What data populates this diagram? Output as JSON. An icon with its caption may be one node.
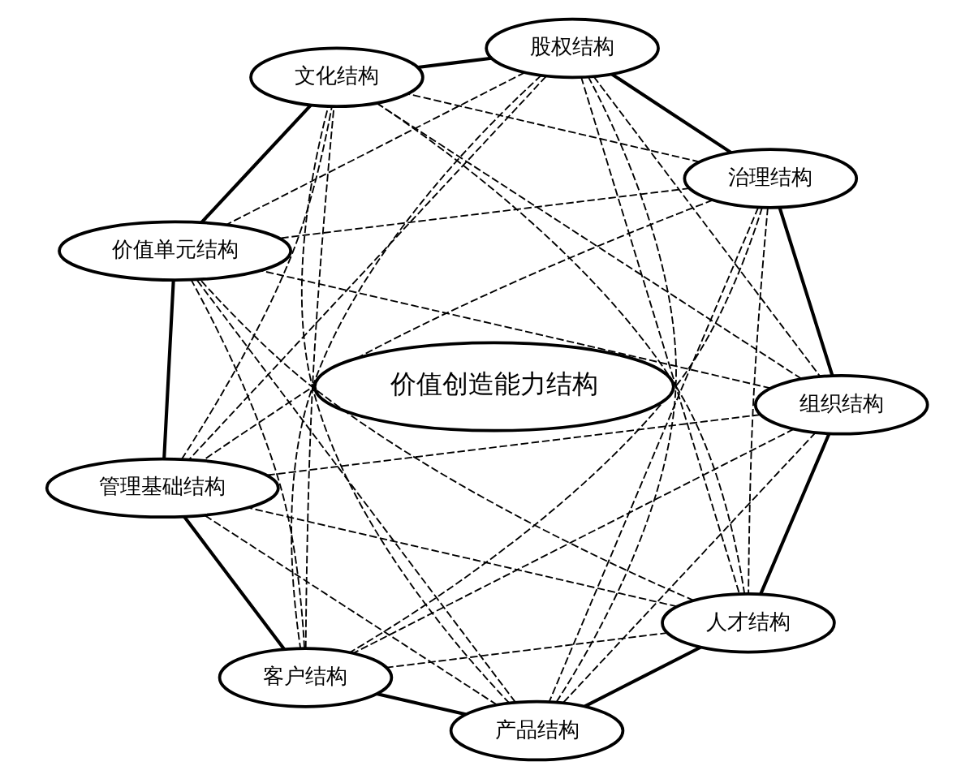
{
  "diagram": {
    "nodes": [
      {
        "text": [
          "股权结构"
        ]
      },
      {
        "text": [
          "文化结构"
        ]
      },
      {
        "text": [
          "治理结构"
        ]
      },
      {
        "text": [
          "价值单元结构"
        ]
      },
      {
        "text": [
          "价值创造能力结构"
        ]
      },
      {
        "text": [
          "组织结构"
        ]
      },
      {
        "text": [
          "管理基础结构"
        ]
      },
      {
        "text": [
          "人才结构"
        ]
      },
      {
        "text": [
          "客户结构"
        ]
      },
      {
        "text": [
          "产品结构"
        ]
      }
    ],
    "edges": [
      {
        "from": 0,
        "to": 2,
        "arrow": "none"
      },
      {
        "from": 2,
        "to": 5,
        "arrow": "none"
      },
      {
        "from": 5,
        "to": 7,
        "arrow": "none"
      },
      {
        "from": 7,
        "to": 9,
        "arrow": "none"
      },
      {
        "from": 9,
        "to": 8,
        "arrow": "none"
      },
      {
        "from": 8,
        "to": 6,
        "arrow": "none"
      },
      {
        "from": 6,
        "to": 3,
        "arrow": "none"
      },
      {
        "from": 3,
        "to": 1,
        "arrow": "none"
      },
      {
        "from": 1,
        "to": 0,
        "arrow": "none"
      },
      {
        "from": 0,
        "to": 5,
        "arrow": "none",
        "style": "dashed"
      },
      {
        "from": 0,
        "to": 7,
        "arrow": "none",
        "style": "dashed"
      },
      {
        "from": 0,
        "to": 9,
        "arrow": "none",
        "style": "dashed"
      },
      {
        "from": 0,
        "to": 8,
        "arrow": "none",
        "style": "dashed"
      },
      {
        "from": 0,
        "to": 6,
        "arrow": "none",
        "style": "dashed"
      },
      {
        "from": 0,
        "to": 3,
        "arrow": "none",
        "style": "dashed"
      },
      {
        "from": 2,
        "to": 7,
        "arrow": "none",
        "style": "dashed"
      },
      {
        "from": 2,
        "to": 9,
        "arrow": "none",
        "style": "dashed"
      },
      {
        "from": 2,
        "to": 8,
        "arrow": "none",
        "style": "dashed"
      },
      {
        "from": 2,
        "to": 6,
        "arrow": "none",
        "style": "dashed"
      },
      {
        "from": 2,
        "to": 3,
        "arrow": "none",
        "style": "dashed"
      },
      {
        "from": 2,
        "to": 1,
        "arrow": "none",
        "style": "dashed"
      },
      {
        "from": 5,
        "to": 9,
        "arrow": "none",
        "style": "dashed"
      },
      {
        "from": 5,
        "to": 8,
        "arrow": "none",
        "style": "dashed"
      },
      {
        "from": 5,
        "to": 6,
        "arrow": "none",
        "style": "dashed"
      },
      {
        "from": 5,
        "to": 3,
        "arrow": "none",
        "style": "dashed"
      },
      {
        "from": 5,
        "to": 1,
        "arrow": "none",
        "style": "dashed"
      },
      {
        "from": 7,
        "to": 8,
        "arrow": "none",
        "style": "dashed"
      },
      {
        "from": 7,
        "to": 6,
        "arrow": "none",
        "style": "dashed"
      },
      {
        "from": 7,
        "to": 3,
        "arrow": "none",
        "style": "dashed"
      },
      {
        "from": 7,
        "to": 1,
        "arrow": "none",
        "style": "dashed"
      },
      {
        "from": 9,
        "to": 6,
        "arrow": "none",
        "style": "dashed"
      },
      {
        "from": 9,
        "to": 3,
        "arrow": "none",
        "style": "dashed"
      },
      {
        "from": 9,
        "to": 1,
        "arrow": "none",
        "style": "dashed"
      },
      {
        "from": 8,
        "to": 3,
        "arrow": "none",
        "style": "dashed"
      },
      {
        "from": 8,
        "to": 1,
        "arrow": "none",
        "style": "dashed"
      },
      {
        "from": 6,
        "to": 1,
        "arrow": "none",
        "style": "dashed"
      }
    ]
  }
}
